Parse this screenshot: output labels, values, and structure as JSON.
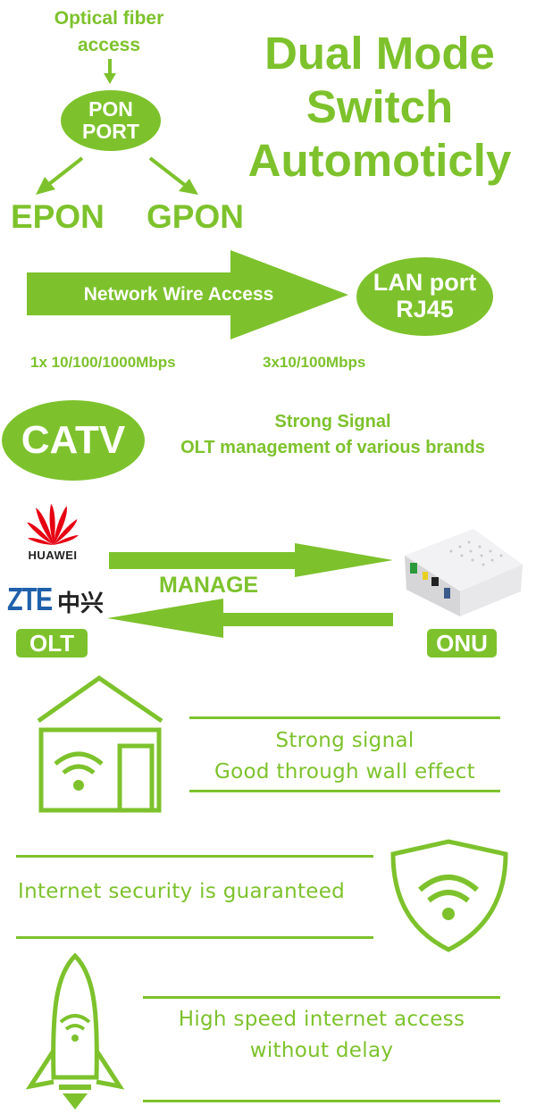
{
  "colors": {
    "accent": "#7dc22c",
    "huawei": "#e60012",
    "zte": "#1f5fab"
  },
  "fiber": {
    "line1": "Optical fiber",
    "line2": "access",
    "pon_line1": "PON",
    "pon_line2": "PORT",
    "epon": "EPON",
    "gpon": "GPON"
  },
  "title": {
    "line1": "Dual Mode",
    "line2": "Switch",
    "line3": "Automoticly"
  },
  "network": {
    "arrow_label": "Network Wire Access",
    "lan_line1": "LAN port",
    "lan_line2": "RJ45",
    "speed_left": "1x 10/100/1000Mbps",
    "speed_right": "3x10/100Mbps"
  },
  "catv": {
    "label": "CATV",
    "line1": "Strong Signal",
    "line2": "OLT management of various brands"
  },
  "manage": {
    "huawei": "HUAWEI",
    "zte": "ZTE",
    "zte_cn": "中兴",
    "label": "MANAGE",
    "olt": "OLT",
    "onu": "ONU"
  },
  "features": [
    {
      "line1": "Strong signal",
      "line2": "Good through wall effect"
    },
    {
      "line1": "Internet security is guaranteed"
    },
    {
      "line1": "High speed internet access",
      "line2": "without delay"
    }
  ]
}
